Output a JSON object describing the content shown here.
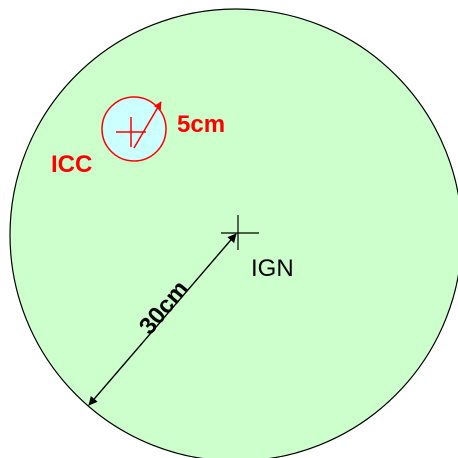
{
  "colors": {
    "outer_fill": "#ccffcc",
    "outer_stroke": "#000000",
    "inner_fill": "#ccffff",
    "inner_stroke": "#ff0000",
    "red_label": "#ff0000",
    "black": "#000000"
  },
  "labels": {
    "inner_name": "ICC",
    "inner_radius": "5cm",
    "outer_name": "IGN",
    "outer_radius": "30cm"
  },
  "icons": [
    "crosshair-icon",
    "arrow-icon"
  ]
}
